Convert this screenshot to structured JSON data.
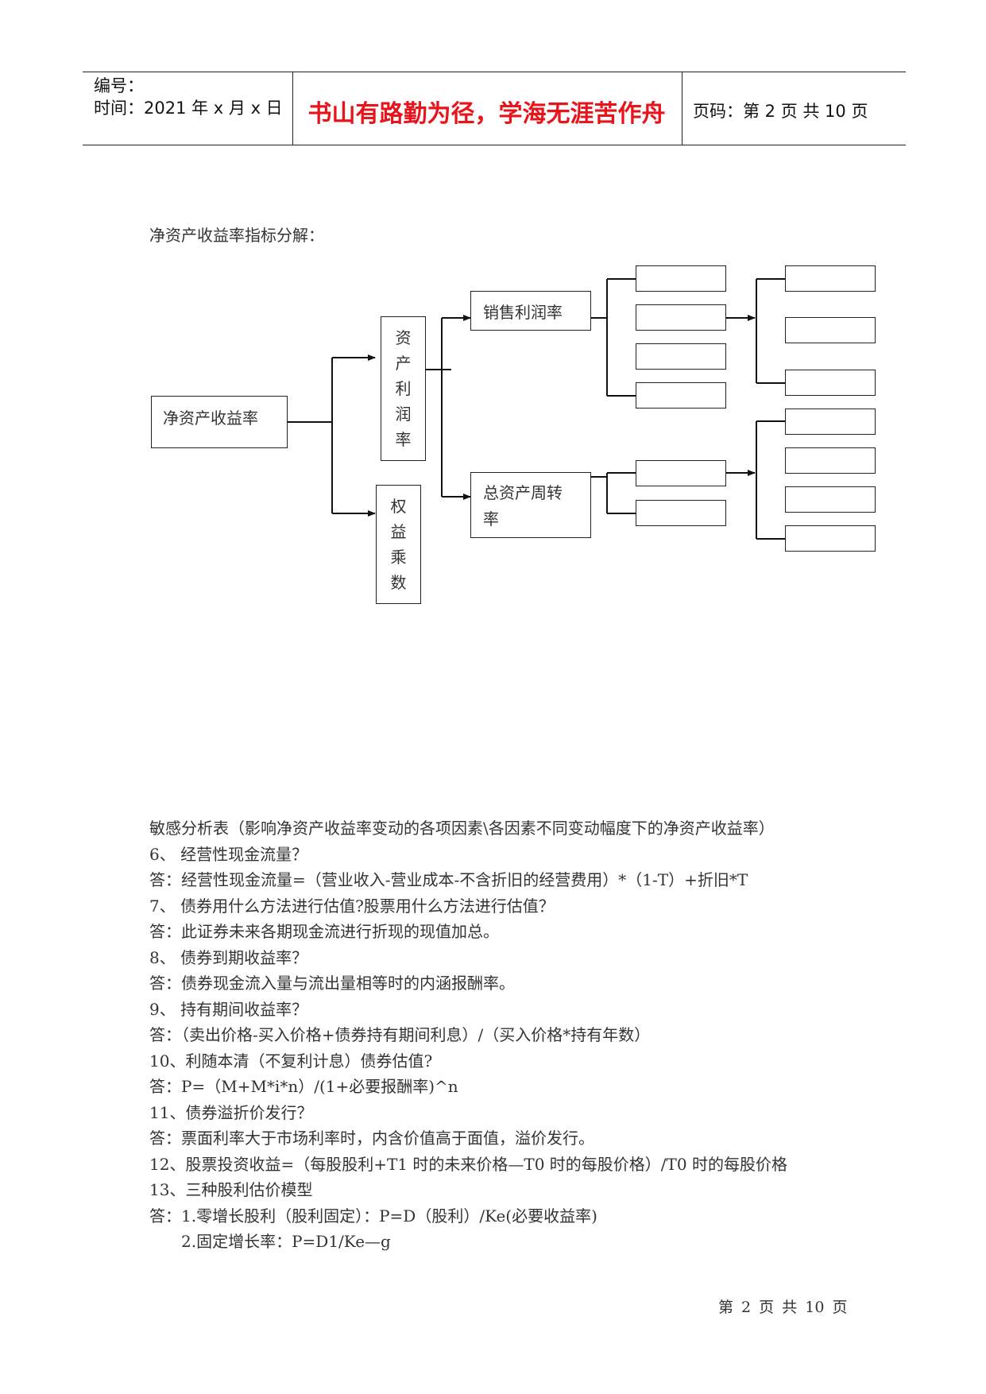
{
  "header": {
    "number_label": "编号：",
    "date_label": "时间：2021 年 x 月 x 日",
    "motto": "书山有路勤为径，学海无涯苦作舟",
    "page_label": "页码：第 2 页  共 10 页"
  },
  "diagram": {
    "title": "净资产收益率指标分解：",
    "root": "净资产收益率",
    "roa_chars": [
      "资",
      "产",
      "利",
      "润",
      "率"
    ],
    "equity_chars": [
      "权",
      "益",
      "乘",
      "数"
    ],
    "profit_margin": "销售利润率",
    "turnover_line1": "总资产周转",
    "turnover_line2": "率"
  },
  "body_lines": [
    "敏感分析表（影响净资产收益率变动的各项因素\\各因素不同变动幅度下的净资产收益率）",
    "6、 经营性现金流量？",
    "答：经营性现金流量=（营业收入-营业成本-不含折旧的经营费用）*（1-T）+折旧*T",
    "7、 债券用什么方法进行估值?股票用什么方法进行估值？",
    "答：此证券未来各期现金流进行折现的现值加总。",
    "8、 债券到期收益率？",
    "答：债券现金流入量与流出量相等时的内涵报酬率。",
    "9、 持有期间收益率？",
    "答：（卖出价格-买入价格+债券持有期间利息）/（买入价格*持有年数）",
    "10、利随本清（不复利计息）债券估值?",
    "答：P=（M+M*i*n）/(1+必要报酬率)^n",
    "11、债券溢折价发行？",
    "答：票面利率大于市场利率时，内含价值高于面值，溢价发行。",
    "12、股票投资收益=（每股股利+T1 时的未来价格—T0 时的每股价格）/T0 时的每股价格",
    "13、三种股利估价模型",
    "答：1.零增长股利（股利固定）：P=D（股利）/Ke(必要收益率)",
    "2.固定增长率：P=D1/Ke—g"
  ],
  "footer": "第 2 页 共 10 页"
}
